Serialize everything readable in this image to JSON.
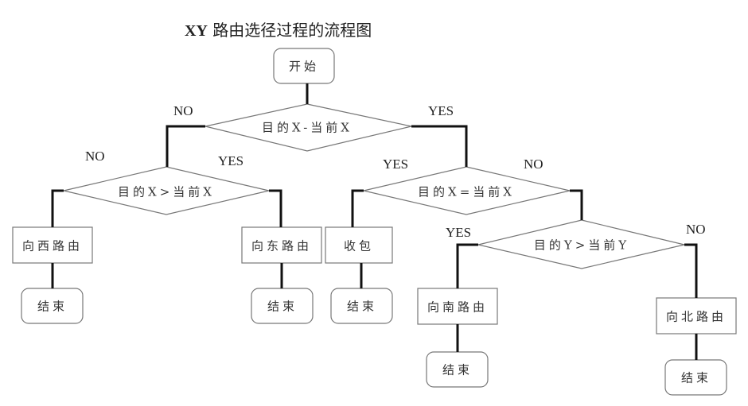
{
  "title": {
    "prefix": "XY",
    "text": "路由选径过程的流程图"
  },
  "nodes": {
    "start": "开始",
    "decision_x_minus": "目的X-当前X",
    "decision_x_greater": "目的X>当前X",
    "decision_x_equal": "目的X=当前X",
    "decision_y_greater": "目的Y>当前Y",
    "route_west": "向西路由",
    "route_east": "向东路由",
    "receive": "收包",
    "route_south": "向南路由",
    "route_north": "向北路由",
    "end": "结束"
  },
  "labels": {
    "yes": "YES",
    "no": "NO"
  }
}
